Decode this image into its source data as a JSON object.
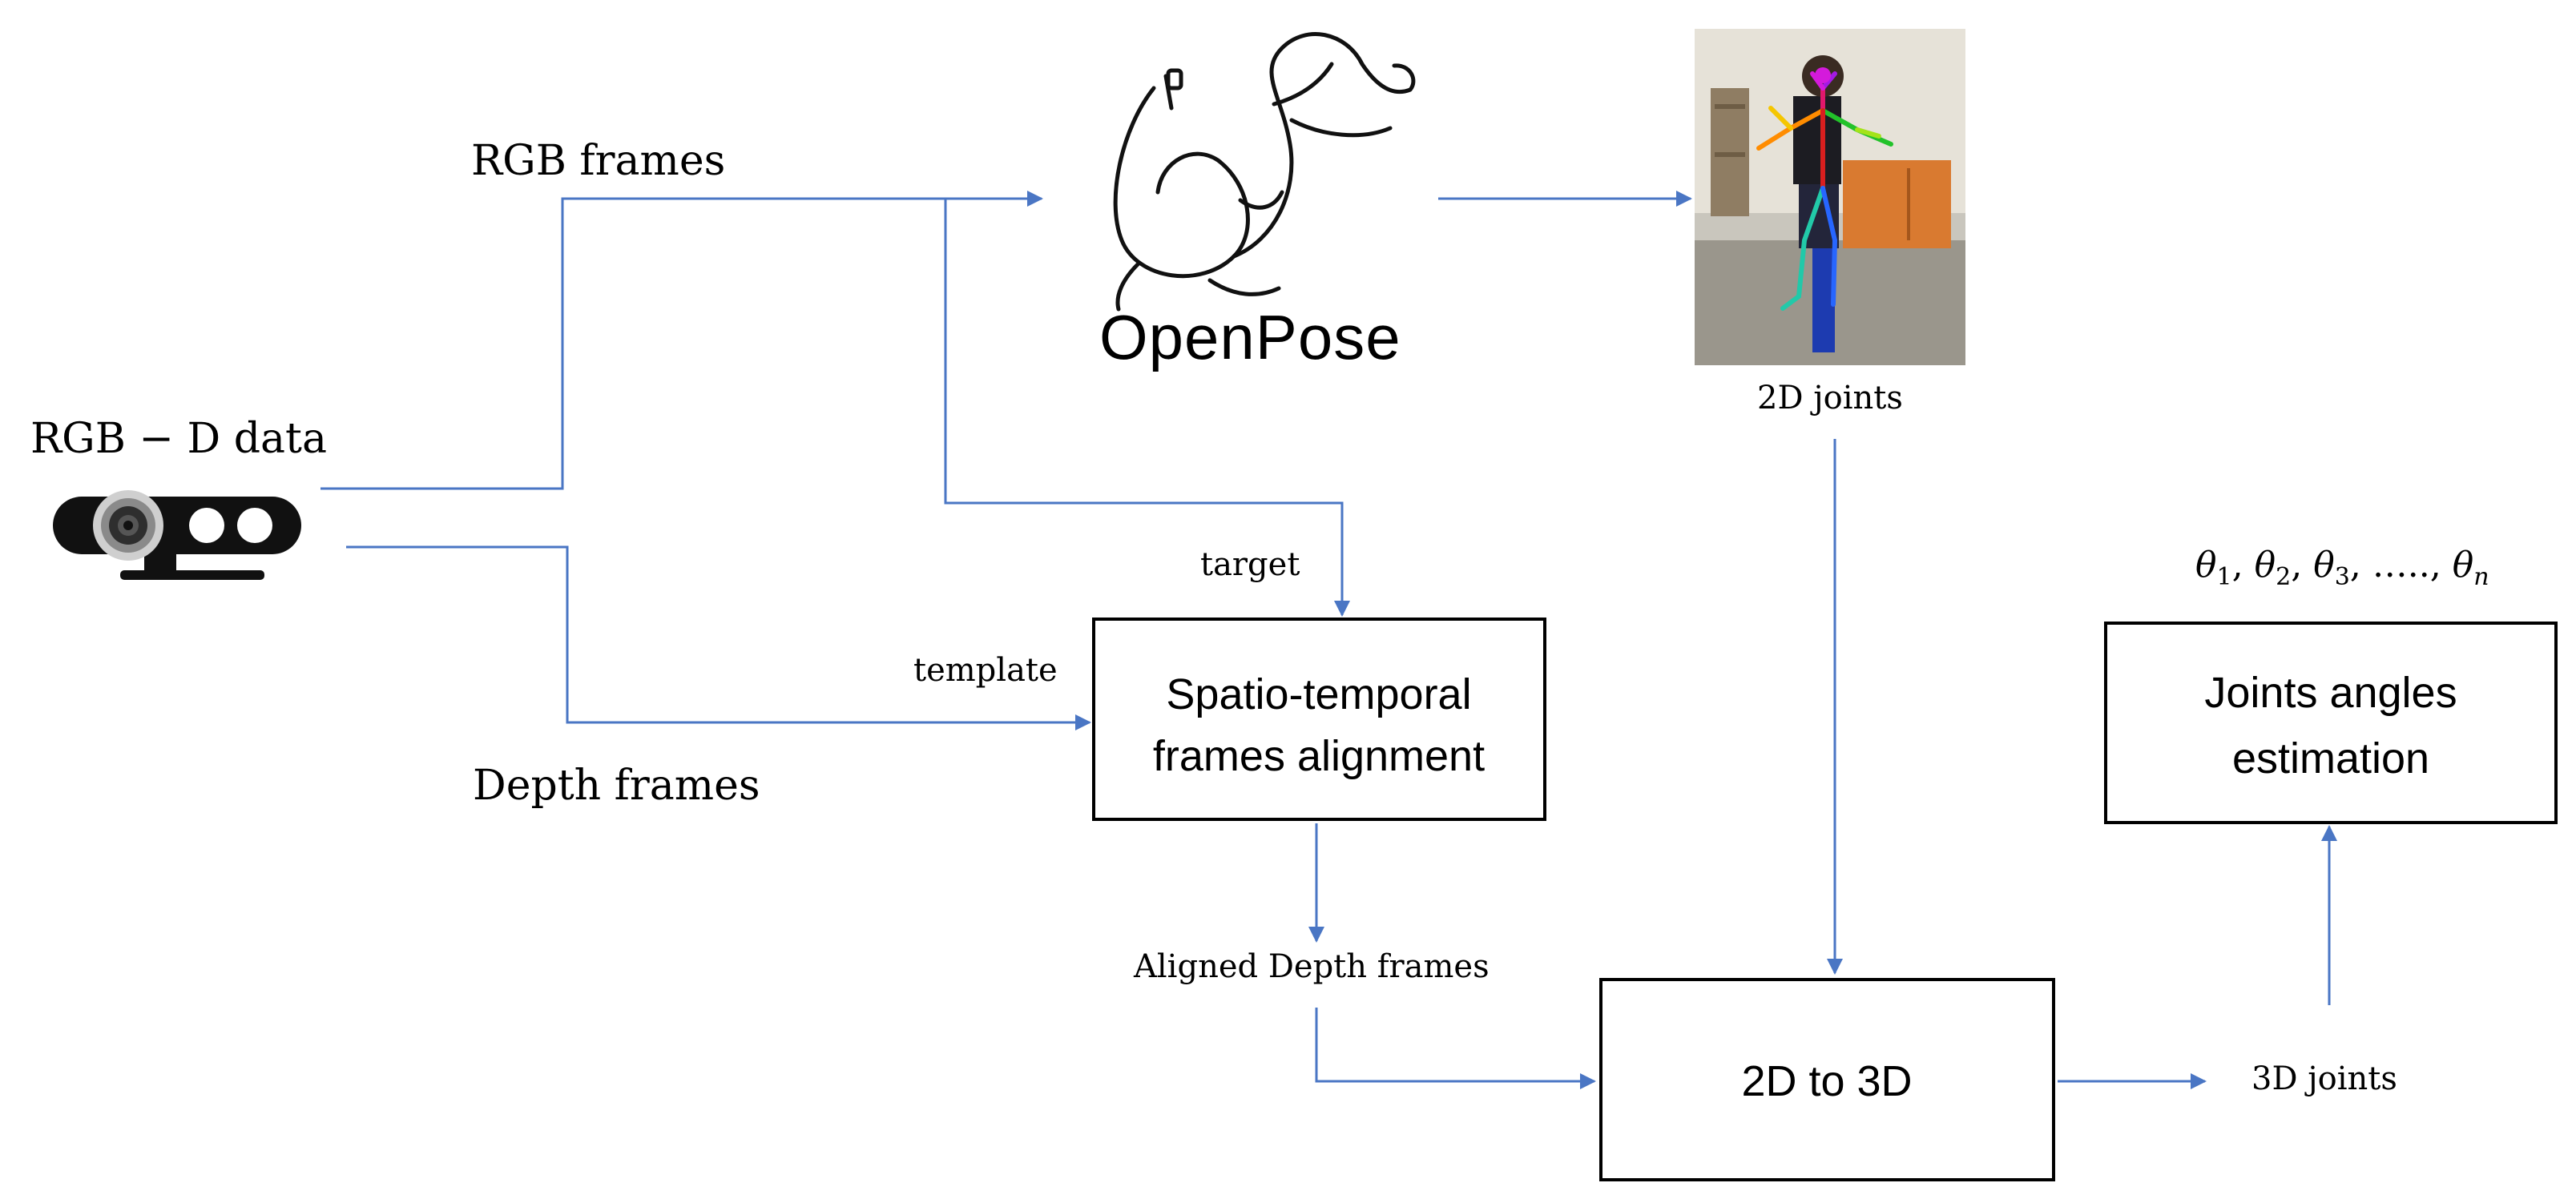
{
  "colors": {
    "arrow": "#4a76c4",
    "box_border": "#000000",
    "text": "#000000"
  },
  "source": {
    "title": "RGB − D data",
    "icon": "rgbd-camera-icon"
  },
  "streams": {
    "rgb": "RGB frames",
    "depth": "Depth frames"
  },
  "openpose": {
    "logo_text": "OpenPose",
    "icon": "openpose-figure-icon"
  },
  "photo": {
    "caption": "2D joints",
    "icon": "skeleton-photo-icon"
  },
  "edge_labels": {
    "target": "target",
    "template": "template",
    "aligned": "Aligned Depth frames",
    "joints3d": "3D joints"
  },
  "boxes": {
    "alignment": {
      "line1": "Spatio-temporal",
      "line2": "frames alignment"
    },
    "lift": {
      "label": "2D to 3D"
    },
    "angles": {
      "line1": "Joints angles",
      "line2": "estimation"
    }
  },
  "angles_formula": {
    "theta": "θ",
    "subs": [
      "1",
      "2",
      "3"
    ],
    "sub_last": "n",
    "comma": ",",
    "ellipsis": "…..,"
  }
}
